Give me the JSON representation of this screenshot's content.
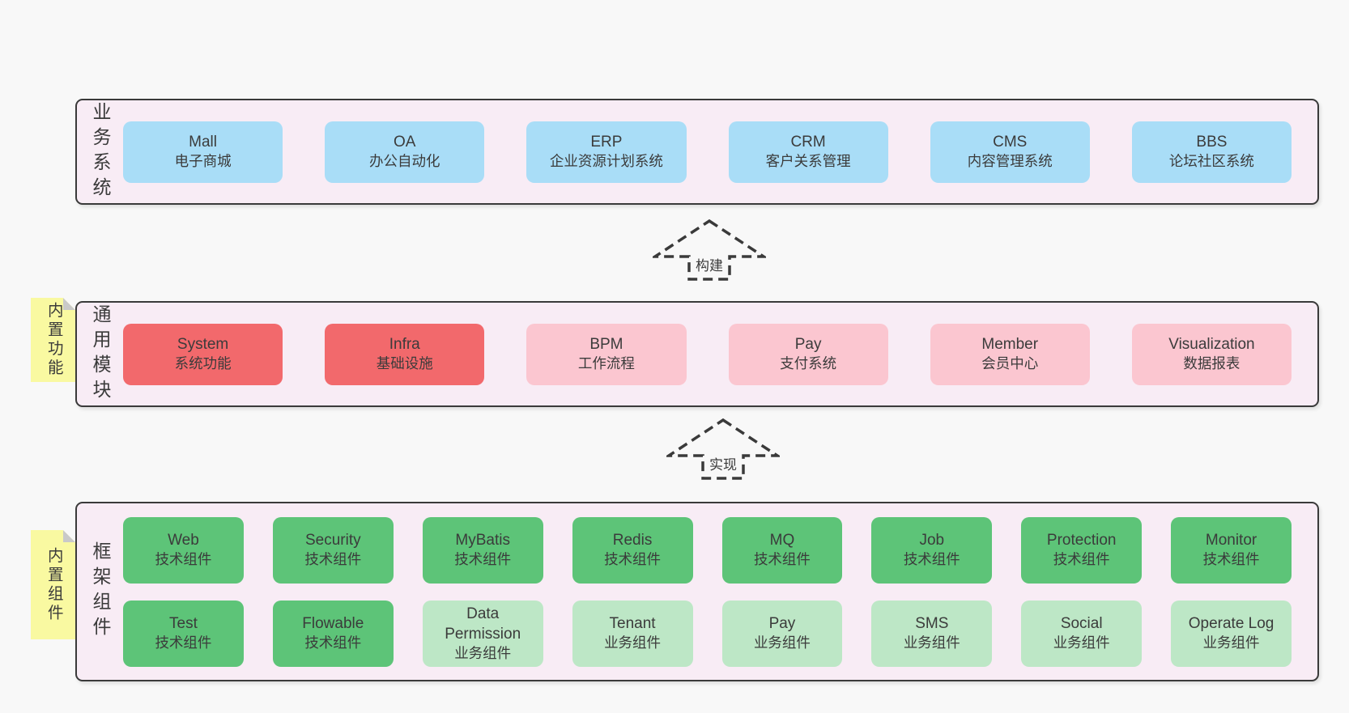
{
  "palette": {
    "page-bg": "#f8f8f8",
    "layer-bg": "#f8ecf5",
    "layer-border": "#3a3a3a",
    "box-blue": "#a9ddf7",
    "box-red": "#f2696c",
    "box-pink": "#fbc6d0",
    "box-green": "#5dc478",
    "box-lightgreen": "#bde7c6",
    "note-yellow": "#f9f9a1",
    "note-fold": "#c9c9c9",
    "text": "#3b3b3b"
  },
  "arrows": [
    {
      "label": "构建"
    },
    {
      "label": "实现"
    }
  ],
  "notes": [
    {
      "label": "内置功能"
    },
    {
      "label": "内置组件"
    }
  ],
  "layers": [
    {
      "label": "业务系统",
      "boxes": [
        {
          "name": "Mall",
          "desc": "电子商城",
          "color": "blue"
        },
        {
          "name": "OA",
          "desc": "办公自动化",
          "color": "blue"
        },
        {
          "name": "ERP",
          "desc": "企业资源计划系统",
          "color": "blue"
        },
        {
          "name": "CRM",
          "desc": "客户关系管理",
          "color": "blue"
        },
        {
          "name": "CMS",
          "desc": "内容管理系统",
          "color": "blue"
        },
        {
          "name": "BBS",
          "desc": "论坛社区系统",
          "color": "blue"
        }
      ]
    },
    {
      "label": "通用模块",
      "boxes": [
        {
          "name": "System",
          "desc": "系统功能",
          "color": "red"
        },
        {
          "name": "Infra",
          "desc": "基础设施",
          "color": "red"
        },
        {
          "name": "BPM",
          "desc": "工作流程",
          "color": "pink"
        },
        {
          "name": "Pay",
          "desc": "支付系统",
          "color": "pink"
        },
        {
          "name": "Member",
          "desc": "会员中心",
          "color": "pink"
        },
        {
          "name": "Visualization",
          "desc": "数据报表",
          "color": "pink"
        }
      ]
    },
    {
      "label": "框架组件",
      "boxes": [
        {
          "name": "Web",
          "desc": "技术组件",
          "color": "green"
        },
        {
          "name": "Security",
          "desc": "技术组件",
          "color": "green"
        },
        {
          "name": "MyBatis",
          "desc": "技术组件",
          "color": "green"
        },
        {
          "name": "Redis",
          "desc": "技术组件",
          "color": "green"
        },
        {
          "name": "MQ",
          "desc": "技术组件",
          "color": "green"
        },
        {
          "name": "Job",
          "desc": "技术组件",
          "color": "green"
        },
        {
          "name": "Protection",
          "desc": "技术组件",
          "color": "green"
        },
        {
          "name": "Monitor",
          "desc": "技术组件",
          "color": "green"
        },
        {
          "name": "Test",
          "desc": "技术组件",
          "color": "green"
        },
        {
          "name": "Flowable",
          "desc": "技术组件",
          "color": "green"
        },
        {
          "name": "Data Permission",
          "desc": "业务组件",
          "color": "lightgreen"
        },
        {
          "name": "Tenant",
          "desc": "业务组件",
          "color": "lightgreen"
        },
        {
          "name": "Pay",
          "desc": "业务组件",
          "color": "lightgreen"
        },
        {
          "name": "SMS",
          "desc": "业务组件",
          "color": "lightgreen"
        },
        {
          "name": "Social",
          "desc": "业务组件",
          "color": "lightgreen"
        },
        {
          "name": "Operate Log",
          "desc": "业务组件",
          "color": "lightgreen"
        }
      ]
    }
  ]
}
